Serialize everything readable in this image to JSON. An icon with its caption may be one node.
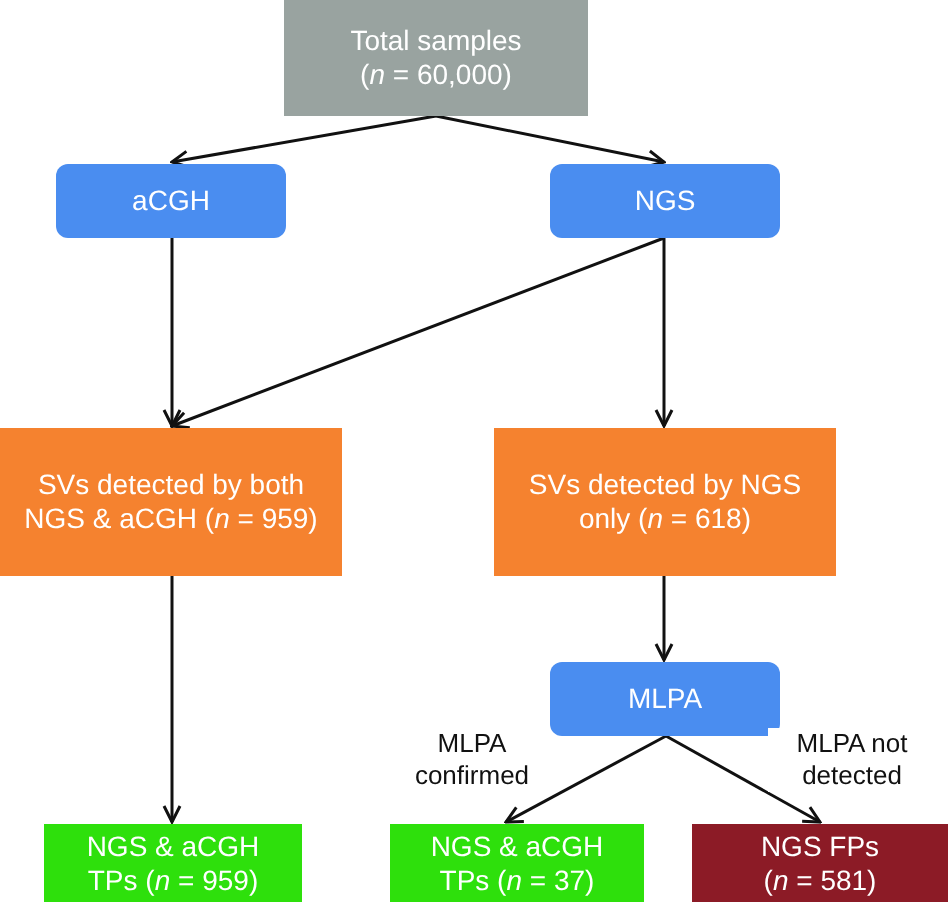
{
  "diagram": {
    "nodes": [
      {
        "text": [
          "Total samples (*n* = 60,000)"
        ]
      },
      {
        "text": [
          "aCGH"
        ]
      },
      {
        "text": [
          "NGS"
        ]
      },
      {
        "text": [
          "SVs detected by both NGS & aCGH (*n* = 959)"
        ]
      },
      {
        "text": [
          "SVs detected by NGS only (*n* = 618)"
        ]
      },
      {
        "text": [
          "MLPA"
        ]
      },
      {
        "text": [
          "NGS & aCGH TPs (*n* = 959)"
        ]
      },
      {
        "text": [
          "NGS & aCGH TPs (*n* = 37)"
        ]
      },
      {
        "text": [
          "NGS FPs (*n* = 581)"
        ]
      }
    ],
    "edges": [
      {
        "from": 0,
        "to": 1,
        "arrow": "to"
      },
      {
        "from": 0,
        "to": 2,
        "arrow": "to"
      },
      {
        "from": 1,
        "to": 3,
        "arrow": "to"
      },
      {
        "from": 2,
        "to": 3,
        "arrow": "to"
      },
      {
        "from": 2,
        "to": 4,
        "arrow": "to"
      },
      {
        "from": 3,
        "to": 6,
        "arrow": "to"
      },
      {
        "from": 4,
        "to": 5,
        "arrow": "to"
      },
      {
        "from": 5,
        "to": 7,
        "label": "MLPA confirmed",
        "arrow": "to"
      },
      {
        "from": 5,
        "to": 8,
        "label": "MLPA not detected",
        "arrow": "to"
      }
    ]
  }
}
